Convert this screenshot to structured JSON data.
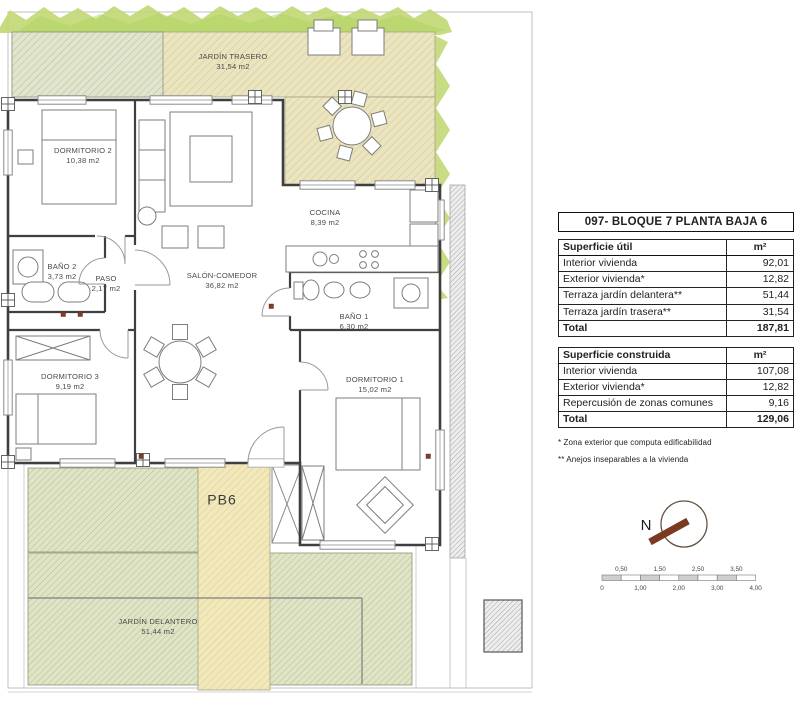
{
  "panel": {
    "title": "097- BLOQUE 7 PLANTA BAJA 6",
    "table_util": {
      "header_label": "Superficie útil",
      "header_unit": "m²",
      "rows": [
        {
          "label": "Interior vivienda",
          "value": "92,01"
        },
        {
          "label": "Exterior vivienda*",
          "value": "12,82"
        },
        {
          "label": "Terraza jardín delantera**",
          "value": "51,44"
        },
        {
          "label": "Terraza jardín trasera**",
          "value": "31,54"
        }
      ],
      "total_label": "Total",
      "total_value": "187,81"
    },
    "table_built": {
      "header_label": "Superficie construida",
      "header_unit": "m²",
      "rows": [
        {
          "label": "Interior vivienda",
          "value": "107,08"
        },
        {
          "label": "Exterior vivienda*",
          "value": "12,82"
        },
        {
          "label": "Repercusión de zonas comunes",
          "value": "9,16"
        }
      ],
      "total_label": "Total",
      "total_value": "129,06"
    },
    "footnotes": [
      "* Zona exterior que computa edificabilidad",
      "** Anejos inseparables a la vivienda"
    ]
  },
  "rooms": {
    "jardin_trasero": {
      "name": "JARDÍN TRASERO",
      "area": "31,54 m2"
    },
    "dormitorio2": {
      "name": "DORMITORIO 2",
      "area": "10,38 m2"
    },
    "bano2": {
      "name": "BAÑO 2",
      "area": "3,73 m2"
    },
    "paso": {
      "name": "PASO",
      "area": "2,17 m2"
    },
    "salon": {
      "name": "SALÓN-COMEDOR",
      "area": "36,82 m2"
    },
    "cocina": {
      "name": "COCINA",
      "area": "8,39 m2"
    },
    "bano1": {
      "name": "BAÑO 1",
      "area": "6,30 m2"
    },
    "dormitorio3": {
      "name": "DORMITORIO 3",
      "area": "9,19 m2"
    },
    "dormitorio1": {
      "name": "DORMITORIO 1",
      "area": "15,02 m2"
    },
    "pb6": {
      "name": "PB6"
    },
    "jardin_delantero": {
      "name": "JARDÍN DELANTERO",
      "area": "51,44 m2"
    }
  },
  "compass": {
    "north_label": "N"
  },
  "scalebar": {
    "top_labels": [
      "0,50",
      "1,50",
      "2,50",
      "3,50"
    ],
    "bottom_labels": [
      "0",
      "1,00",
      "2,00",
      "3,00",
      "4,00"
    ]
  },
  "colors": {
    "hedge_green": "#c2d876",
    "garden_tan": "#ebe4c0",
    "garden_green": "#dfe4c7",
    "path_tan": "#f1e9bd",
    "north_arrow": "#7a3a21",
    "wall": "#3f3f3f"
  }
}
